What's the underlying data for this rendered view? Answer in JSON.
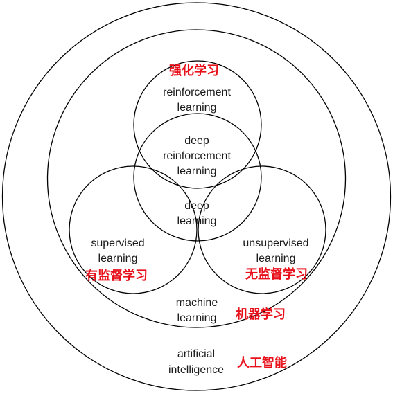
{
  "colors": {
    "line": "#000000",
    "english_text": "#1a1a1a",
    "chinese_text": "#e8111b"
  },
  "regions": {
    "artificial_intelligence": {
      "en_line1": "artificial",
      "en_line2": "intelligence",
      "zh": "人工智能"
    },
    "machine_learning": {
      "en_line1": "machine",
      "en_line2": "learning",
      "zh": "机器学习"
    },
    "reinforcement_learning": {
      "en_line1": "reinforcement",
      "en_line2": "learning",
      "zh": "强化学习"
    },
    "deep_reinforcement_learning": {
      "en_line1": "deep",
      "en_line2": "reinforcement",
      "en_line3": "learning"
    },
    "deep_learning": {
      "en_line1": "deep",
      "en_line2": "learning"
    },
    "supervised_learning": {
      "en_line1": "supervised",
      "en_line2": "learning",
      "zh": "有监督学习"
    },
    "unsupervised_learning": {
      "en_line1": "unsupervised",
      "en_line2": "learning",
      "zh": "无监督学习"
    }
  }
}
